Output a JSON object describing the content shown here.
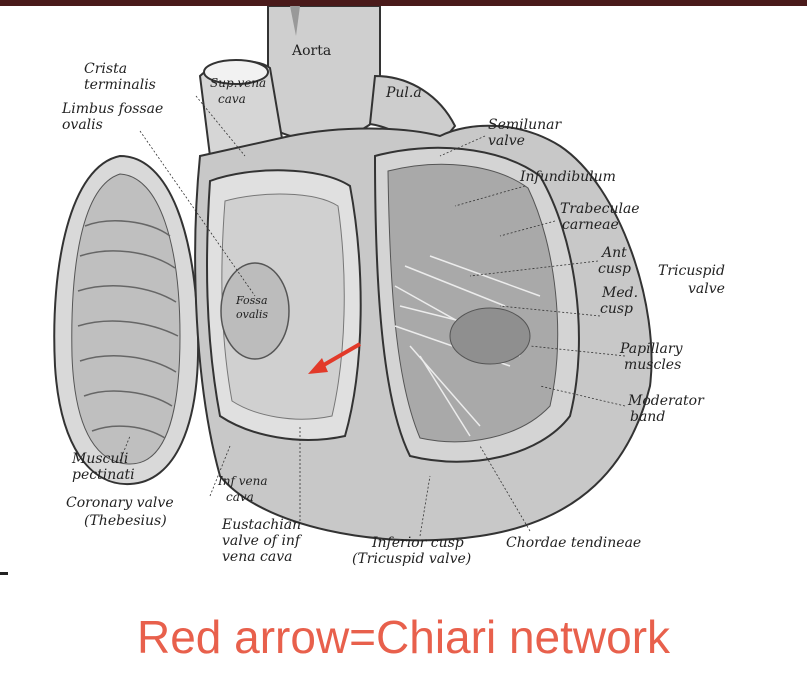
{
  "labels": {
    "aorta": "Aorta",
    "crista": "Crista",
    "terminalis": "terminalis",
    "limbus": "Limbus fossae",
    "ovalis": "ovalis",
    "sup_vena": "Sup.vena",
    "cava": "cava",
    "pula": "Pul.a",
    "semilunar": "Semilunar",
    "valve": "valve",
    "infundibulum": "Infundibulum",
    "trabeculae": "Trabeculae",
    "carneae": "carneae",
    "ant": "Ant",
    "cusp1": "cusp",
    "med": "Med.",
    "cusp2": "cusp",
    "tricuspid": "Tricuspid",
    "tricuspid_valve": "valve",
    "fossa": "Fossa",
    "fossa_ovalis": "ovalis",
    "papillary": "Papillary",
    "muscles": "muscles",
    "moderator": "Moderator",
    "band": "band",
    "musculi": "Musculi",
    "pectinati": "pectinati",
    "inf_vena": "Inf vena",
    "inf_cava": "cava",
    "coronary": "Coronary valve",
    "thebesius": "(Thebesius)",
    "eustachian1": "Eustachian",
    "eustachian2": "valve of inf",
    "eustachian3": "vena cava",
    "inferior_cusp": "Inferior cusp",
    "tricuspid_paren": "(Tricuspid valve)",
    "chordae": "Chordae tendineae"
  },
  "caption": "Red arrow=Chiari network",
  "colors": {
    "arrow": "#e23a2a",
    "caption": "#e8604c"
  }
}
